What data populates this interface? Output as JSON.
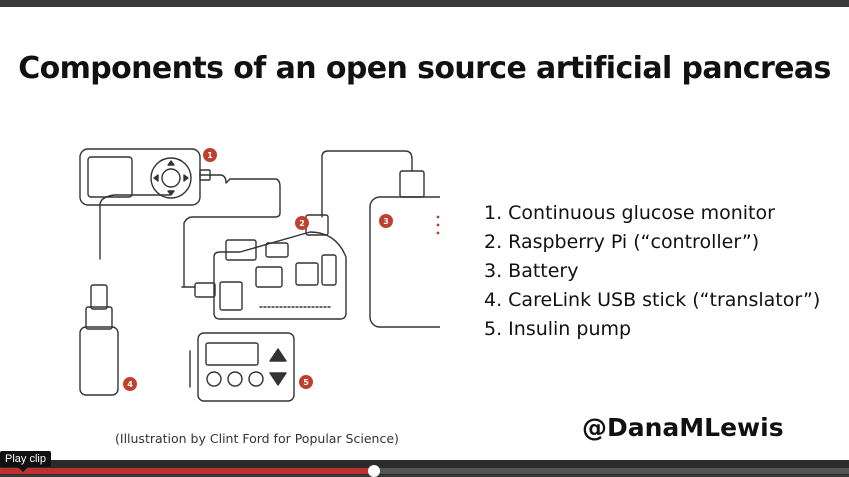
{
  "slide": {
    "title": "Components of an open source artificial pancreas",
    "components": [
      "1. Continuous glucose monitor",
      "2. Raspberry Pi (“controller”)",
      "3. Battery",
      "4. CareLink USB stick (“translator”)",
      "5. Insulin pump"
    ],
    "credit": "(Illustration by Clint Ford for Popular Science)",
    "handle": "@DanaMLewis",
    "badges": [
      "1",
      "2",
      "3",
      "4",
      "5"
    ]
  },
  "player": {
    "play_clip_label": "Play clip",
    "progress": 0.44
  },
  "colors": {
    "badge": "#c0402f",
    "progress": "#c0302d"
  }
}
